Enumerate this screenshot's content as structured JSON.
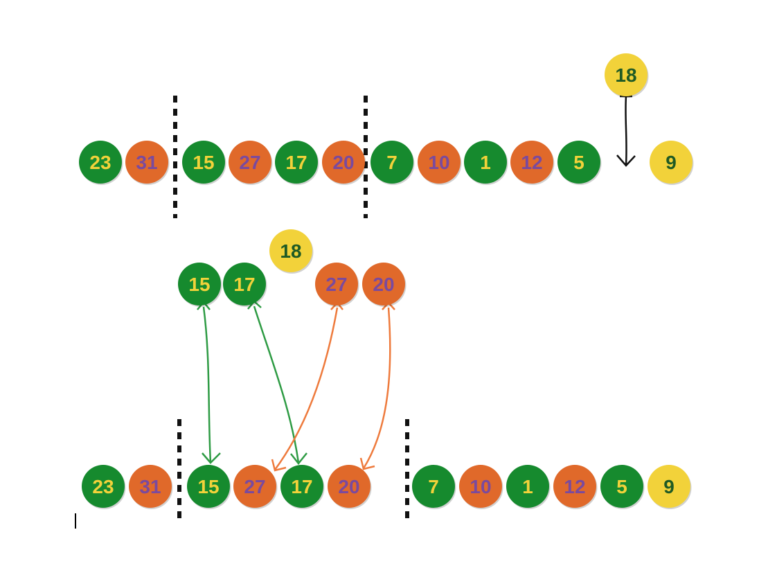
{
  "colors": {
    "green": "#168a2e",
    "orange": "#e0692a",
    "yellow": "#f2d23a",
    "text_on_green": "#f2d23a",
    "text_on_orange": "#7a4a9e",
    "text_on_yellow": "#1f5a24",
    "arrow_green": "#2e9b44",
    "arrow_orange": "#ee7a3c",
    "divider": "#111111"
  },
  "top_row": {
    "nodes": [
      {
        "label": "23",
        "color": "green"
      },
      {
        "label": "31",
        "color": "orange"
      },
      {
        "label": "15",
        "color": "green"
      },
      {
        "label": "27",
        "color": "orange"
      },
      {
        "label": "17",
        "color": "green"
      },
      {
        "label": "20",
        "color": "orange"
      },
      {
        "label": "7",
        "color": "green"
      },
      {
        "label": "10",
        "color": "orange"
      },
      {
        "label": "1",
        "color": "green"
      },
      {
        "label": "12",
        "color": "orange"
      },
      {
        "label": "5",
        "color": "green"
      },
      {
        "label": "9",
        "color": "yellow"
      }
    ],
    "incoming": {
      "label": "18",
      "color": "yellow"
    }
  },
  "middle_row": {
    "nodes": [
      {
        "label": "15",
        "color": "green"
      },
      {
        "label": "17",
        "color": "green"
      },
      {
        "label": "18",
        "color": "yellow"
      },
      {
        "label": "27",
        "color": "orange"
      },
      {
        "label": "20",
        "color": "orange"
      }
    ]
  },
  "bottom_row": {
    "nodes": [
      {
        "label": "23",
        "color": "green"
      },
      {
        "label": "31",
        "color": "orange"
      },
      {
        "label": "15",
        "color": "green"
      },
      {
        "label": "27",
        "color": "orange"
      },
      {
        "label": "17",
        "color": "green"
      },
      {
        "label": "20",
        "color": "orange"
      },
      {
        "label": "7",
        "color": "green"
      },
      {
        "label": "10",
        "color": "orange"
      },
      {
        "label": "1",
        "color": "green"
      },
      {
        "label": "12",
        "color": "orange"
      },
      {
        "label": "5",
        "color": "green"
      },
      {
        "label": "9",
        "color": "yellow"
      }
    ]
  }
}
